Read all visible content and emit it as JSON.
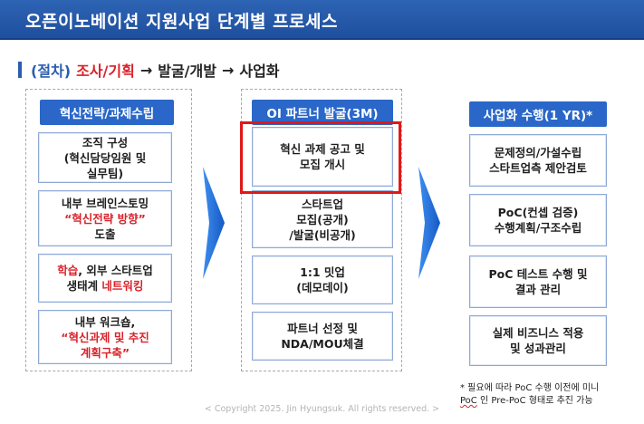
{
  "title": "오픈이노베이션 지원사업 단계별 프로세스",
  "subtitle": {
    "paren": "(절차)",
    "step1": "조사/기획",
    "arrow": "→",
    "step2": "발굴/개발",
    "step3": "사업화"
  },
  "columns": [
    {
      "header": "혁신전략/과제수립",
      "items": [
        {
          "lines": [
            "조직 구성",
            "(혁신담당임원 및",
            "실무팀)"
          ]
        },
        {
          "lines": [
            "내부 브레인스토밍",
            "“혁신전략 방향”",
            "도출"
          ]
        },
        {
          "lines": [
            "학습, 외부 스타트업",
            "생태계 네트워킹"
          ]
        },
        {
          "lines": [
            "내부 워크숍,",
            "“혁신과제 및 추진",
            "계획구축”"
          ]
        }
      ]
    },
    {
      "header": "OI 파트너 발굴(3M)",
      "items": [
        {
          "lines": [
            "혁신 과제 공고 및",
            "모집 개시"
          ]
        },
        {
          "lines": [
            "스타트업",
            "모집(공개)",
            "/발굴(비공개)"
          ]
        },
        {
          "lines": [
            "1:1 밋업",
            "(데모데이)"
          ]
        },
        {
          "lines": [
            "파트너 선정 및",
            "NDA/MOU체결"
          ]
        }
      ]
    },
    {
      "header": "사업화 수행(1 YR)*",
      "items": [
        {
          "lines": [
            "문제정의/가설수립",
            "스타트업측 제안검토"
          ]
        },
        {
          "lines": [
            "PoC(컨셉 검증)",
            "수행계획/구조수립"
          ]
        },
        {
          "lines": [
            "PoC 테스트 수행 및",
            "결과 관리"
          ]
        },
        {
          "lines": [
            "실제 비즈니스 적용",
            "및 성과관리"
          ]
        }
      ]
    }
  ],
  "emphasis": {
    "learning": "학습",
    "learning_rest": ", 외부 스타트업",
    "eco": "생태계 ",
    "networking": "네트워킹"
  },
  "note": {
    "line1": "* 필요에 따라 PoC 수행 이전에 미니",
    "line2_u": "PoC",
    "line2_rest": " 인 Pre-PoC 형태로 추진 가능"
  },
  "copyright": "< Copyright 2025. Jin Hyungsuk. All rights reserved. >",
  "colors": {
    "header_blue": "#2a67c9",
    "title_blue": "#1e4f9e",
    "accent_red": "#d8222a",
    "arrow_blue": "#1f6fd6"
  }
}
